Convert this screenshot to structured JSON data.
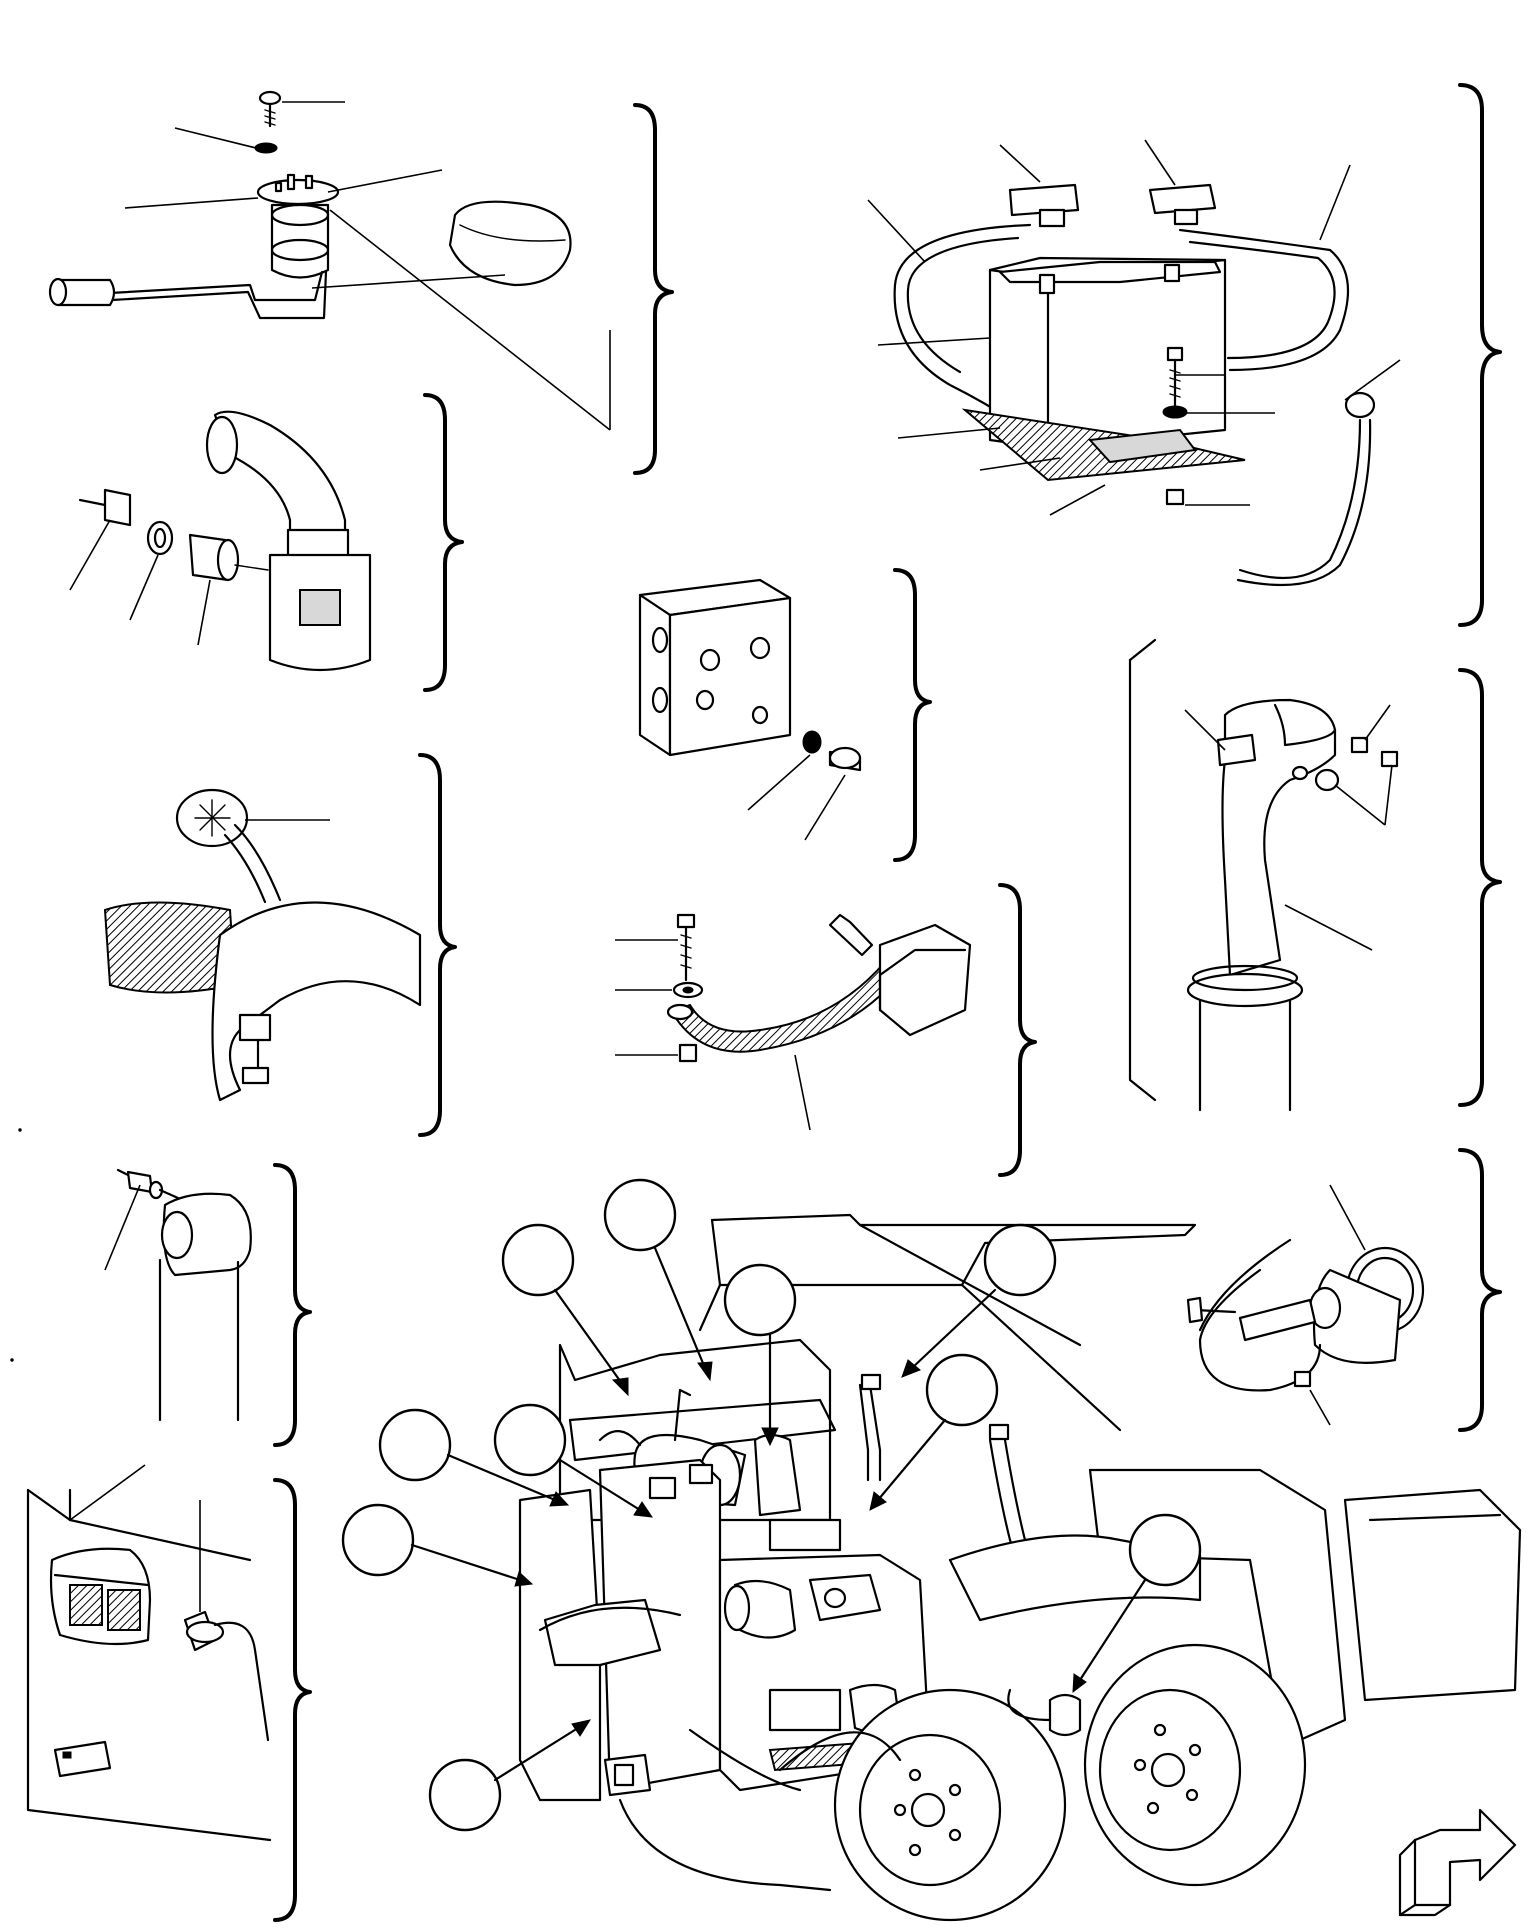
{
  "diagram": {
    "sections": [
      {
        "id": "fuel-level-sender"
      },
      {
        "id": "battery"
      },
      {
        "id": "filter-pressure-switch"
      },
      {
        "id": "hydraulic-block-switch"
      },
      {
        "id": "temperature-sender"
      },
      {
        "id": "ground-strap"
      },
      {
        "id": "joystick-handle"
      },
      {
        "id": "pressure-switch"
      },
      {
        "id": "horn"
      },
      {
        "id": "rear-lamp-and-switch"
      },
      {
        "id": "skid-steer-loader"
      }
    ],
    "callout_count": 9,
    "has_text_labels": false
  }
}
